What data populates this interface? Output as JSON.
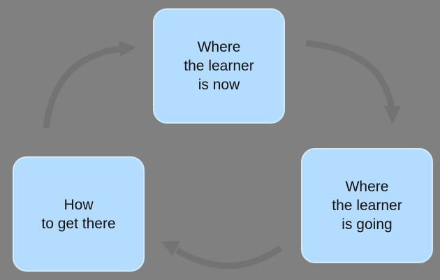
{
  "colors": {
    "background": "#808080",
    "box_fill": "#b3dcff",
    "box_border": "#d2eaff",
    "arrow": "#737373"
  },
  "nodes": {
    "now": {
      "lines": [
        "Where",
        "the learner",
        "is now"
      ]
    },
    "going": {
      "lines": [
        "Where",
        "the learner",
        "is going"
      ]
    },
    "how": {
      "lines": [
        "How",
        "to get there"
      ]
    }
  }
}
